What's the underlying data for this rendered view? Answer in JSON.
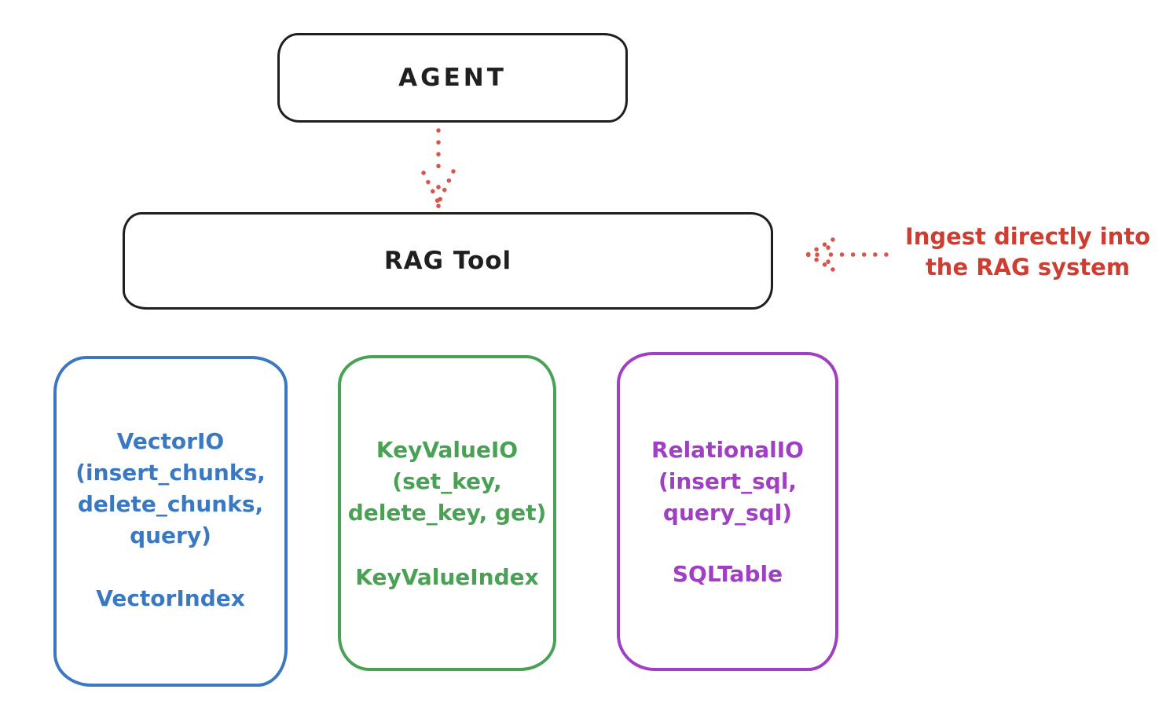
{
  "agent_box": {
    "label": "AGENT"
  },
  "rag_tool_box": {
    "label": "RAG Tool"
  },
  "annotation": {
    "line1": "Ingest directly into",
    "line2": "the RAG system"
  },
  "io_boxes": [
    {
      "name": "vector-io",
      "lines": [
        "VectorIO",
        "(insert_chunks,",
        "delete_chunks,",
        "query)"
      ],
      "index_label": "VectorIndex",
      "color": "#3b78c2"
    },
    {
      "name": "keyvalue-io",
      "lines": [
        "KeyValueIO",
        "(set_key,",
        "delete_key, get)"
      ],
      "index_label": "KeyValueIndex",
      "color": "#49a153"
    },
    {
      "name": "relational-io",
      "lines": [
        "RelationalIO",
        "(insert_sql,",
        "query_sql)"
      ],
      "index_label": "SQLTable",
      "color": "#a03fc4"
    }
  ],
  "colors": {
    "stroke": "#1f1f1f",
    "arrow_red": "#d9544a",
    "annotation_red": "#cd3d31",
    "blue": "#3b78c2",
    "green": "#49a153",
    "purple": "#a03fc4"
  }
}
